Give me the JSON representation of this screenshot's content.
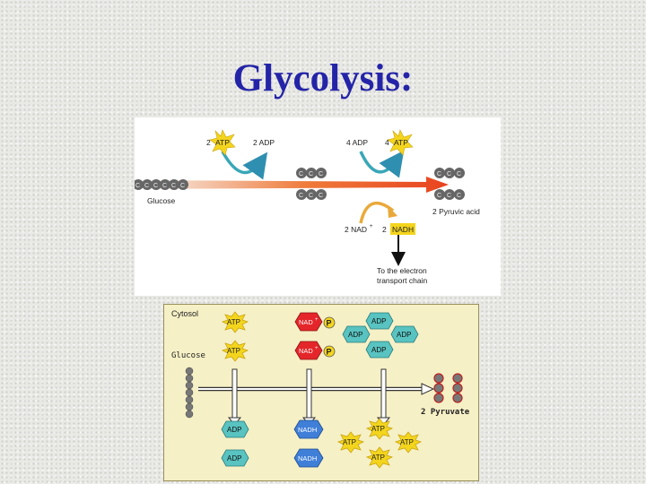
{
  "title": "Glycolysis:",
  "top_diagram": {
    "atp_in": {
      "count": "2",
      "label": "ATP"
    },
    "adp_out": "2 ADP",
    "adp_in": "4 ADP",
    "atp_out": {
      "count": "4",
      "label": "ATP"
    },
    "carbon": "C",
    "glucose": "Glucose",
    "pyruvic_acid": "2 Pyruvic acid",
    "nad_in": "2 NAD",
    "nad_sup": "+",
    "nadh_out": {
      "count": "2",
      "label": "NADH"
    },
    "electron_chain": [
      "To the electron",
      "transport chain"
    ]
  },
  "bottom_diagram": {
    "cytosol": "Cytosol",
    "glucose": "Glucose",
    "pyruvate": "2 Pyruvate",
    "atp": "ATP",
    "adp": "ADP",
    "nad": "NAD",
    "nad_sup": "+",
    "nadh": "NADH",
    "phosphate": "P"
  },
  "colors": {
    "title": "#2424a8",
    "atp_star": "#f4d51d",
    "adp_hex": "#58c3c0",
    "nad_red": "#e4262a",
    "nadh_blue": "#3f7fd8",
    "arrow_orange": "#ef6a25",
    "arrow_teal": "#39a7b7"
  }
}
